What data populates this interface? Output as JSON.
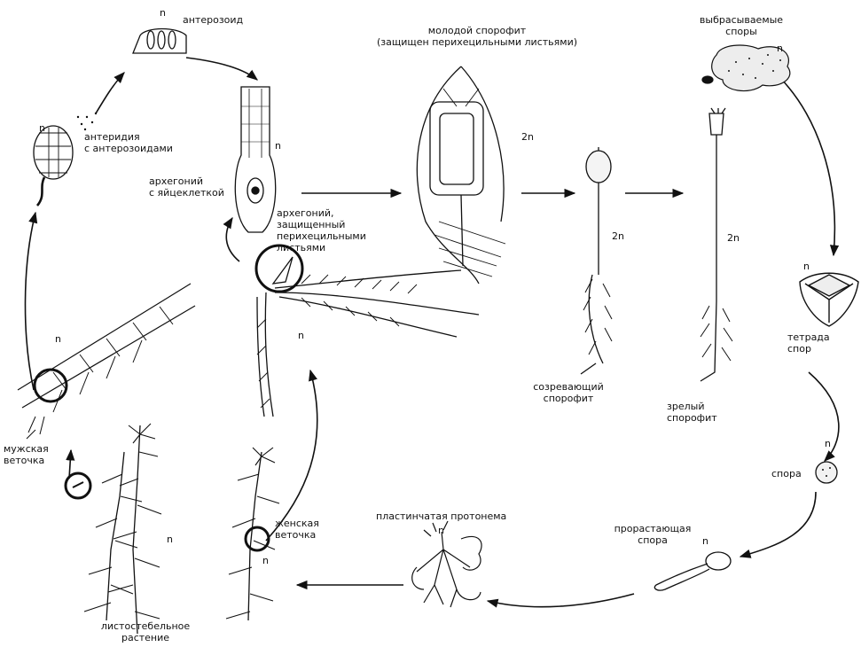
{
  "labels": {
    "antherozoid": "антерозоид",
    "antheridium": "антеридия\nс антерозоидами",
    "archegonium_egg": "архегоний\nс яйцеклеткой",
    "archegonium_protected": "архегоний,\nзащищенный\nперихецильными\nлистьями",
    "young_sporophyte": "молодой спорофит\n(защищен перихецильными листьями)",
    "ejected_spores": "выбрасываемые\nспоры",
    "maturing_sporophyte": "созревающий\nспорофит",
    "mature_sporophyte": "зрелый\nспорофит",
    "spore_tetrad": "тетрада\nспор",
    "spore": "спора",
    "germinating_spore": "прорастающая\nспора",
    "protonema": "пластинчатая протонема",
    "female_branch": "женская\nветочка",
    "male_branch": "мужская\nветочка",
    "leafy_plant": "листостебельное\nрастение"
  },
  "ploidy": {
    "haploid": "n",
    "diploid": "2n"
  },
  "colors": {
    "ink": "#111111",
    "background": "#ffffff",
    "spore_tint": "#e6e6e6"
  }
}
